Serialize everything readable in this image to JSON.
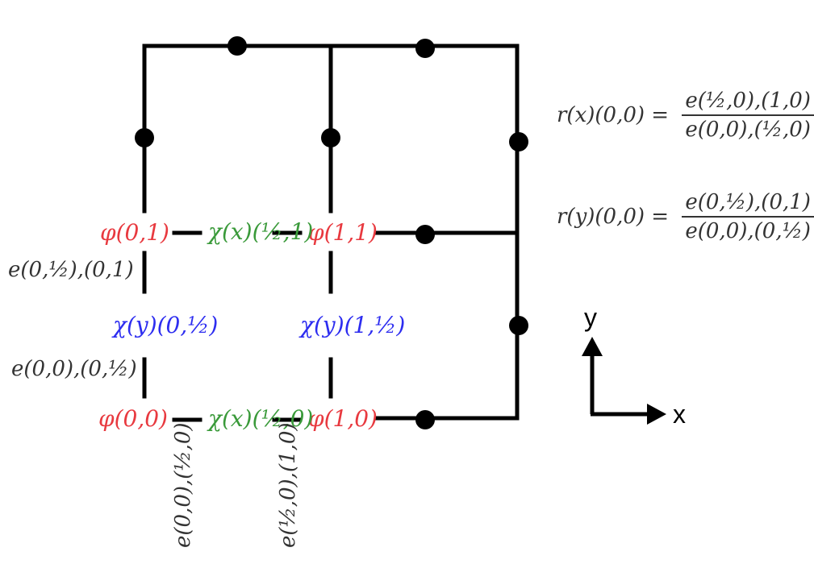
{
  "nodes": {
    "phi_00": "φ(0,0)",
    "phi_10": "φ(1,0)",
    "phi_01": "φ(0,1)",
    "phi_11": "φ(1,1)"
  },
  "chi_x": {
    "c_half_0": "χ(x)(½,0)",
    "c_half_1": "χ(x)(½,1)"
  },
  "chi_y": {
    "c_0_half": "χ(y)(0,½)",
    "c_1_half": "χ(y)(1,½)"
  },
  "edges": {
    "e_00_0half": "e(0,0),(0,½)",
    "e_0half_01": "e(0,½),(0,1)",
    "e_00_half0": "e(0,0),(½,0)",
    "e_half0_10": "e(½,0),(1,0)"
  },
  "formulas": {
    "rx_lhs": "r(x)(0,0) =",
    "rx_num": "e(½,0),(1,0)",
    "rx_den": "e(0,0),(½,0)",
    "ry_lhs": "r(y)(0,0) =",
    "ry_num": "e(0,½),(0,1)",
    "ry_den": "e(0,0),(0,½)"
  },
  "axes": {
    "x_label": "x",
    "y_label": "y"
  },
  "colors": {
    "phi": "#e8393f",
    "chi_x": "#3a9a3a",
    "chi_y": "#2d2df0",
    "edge_text": "#333333",
    "lines": "#000000"
  }
}
